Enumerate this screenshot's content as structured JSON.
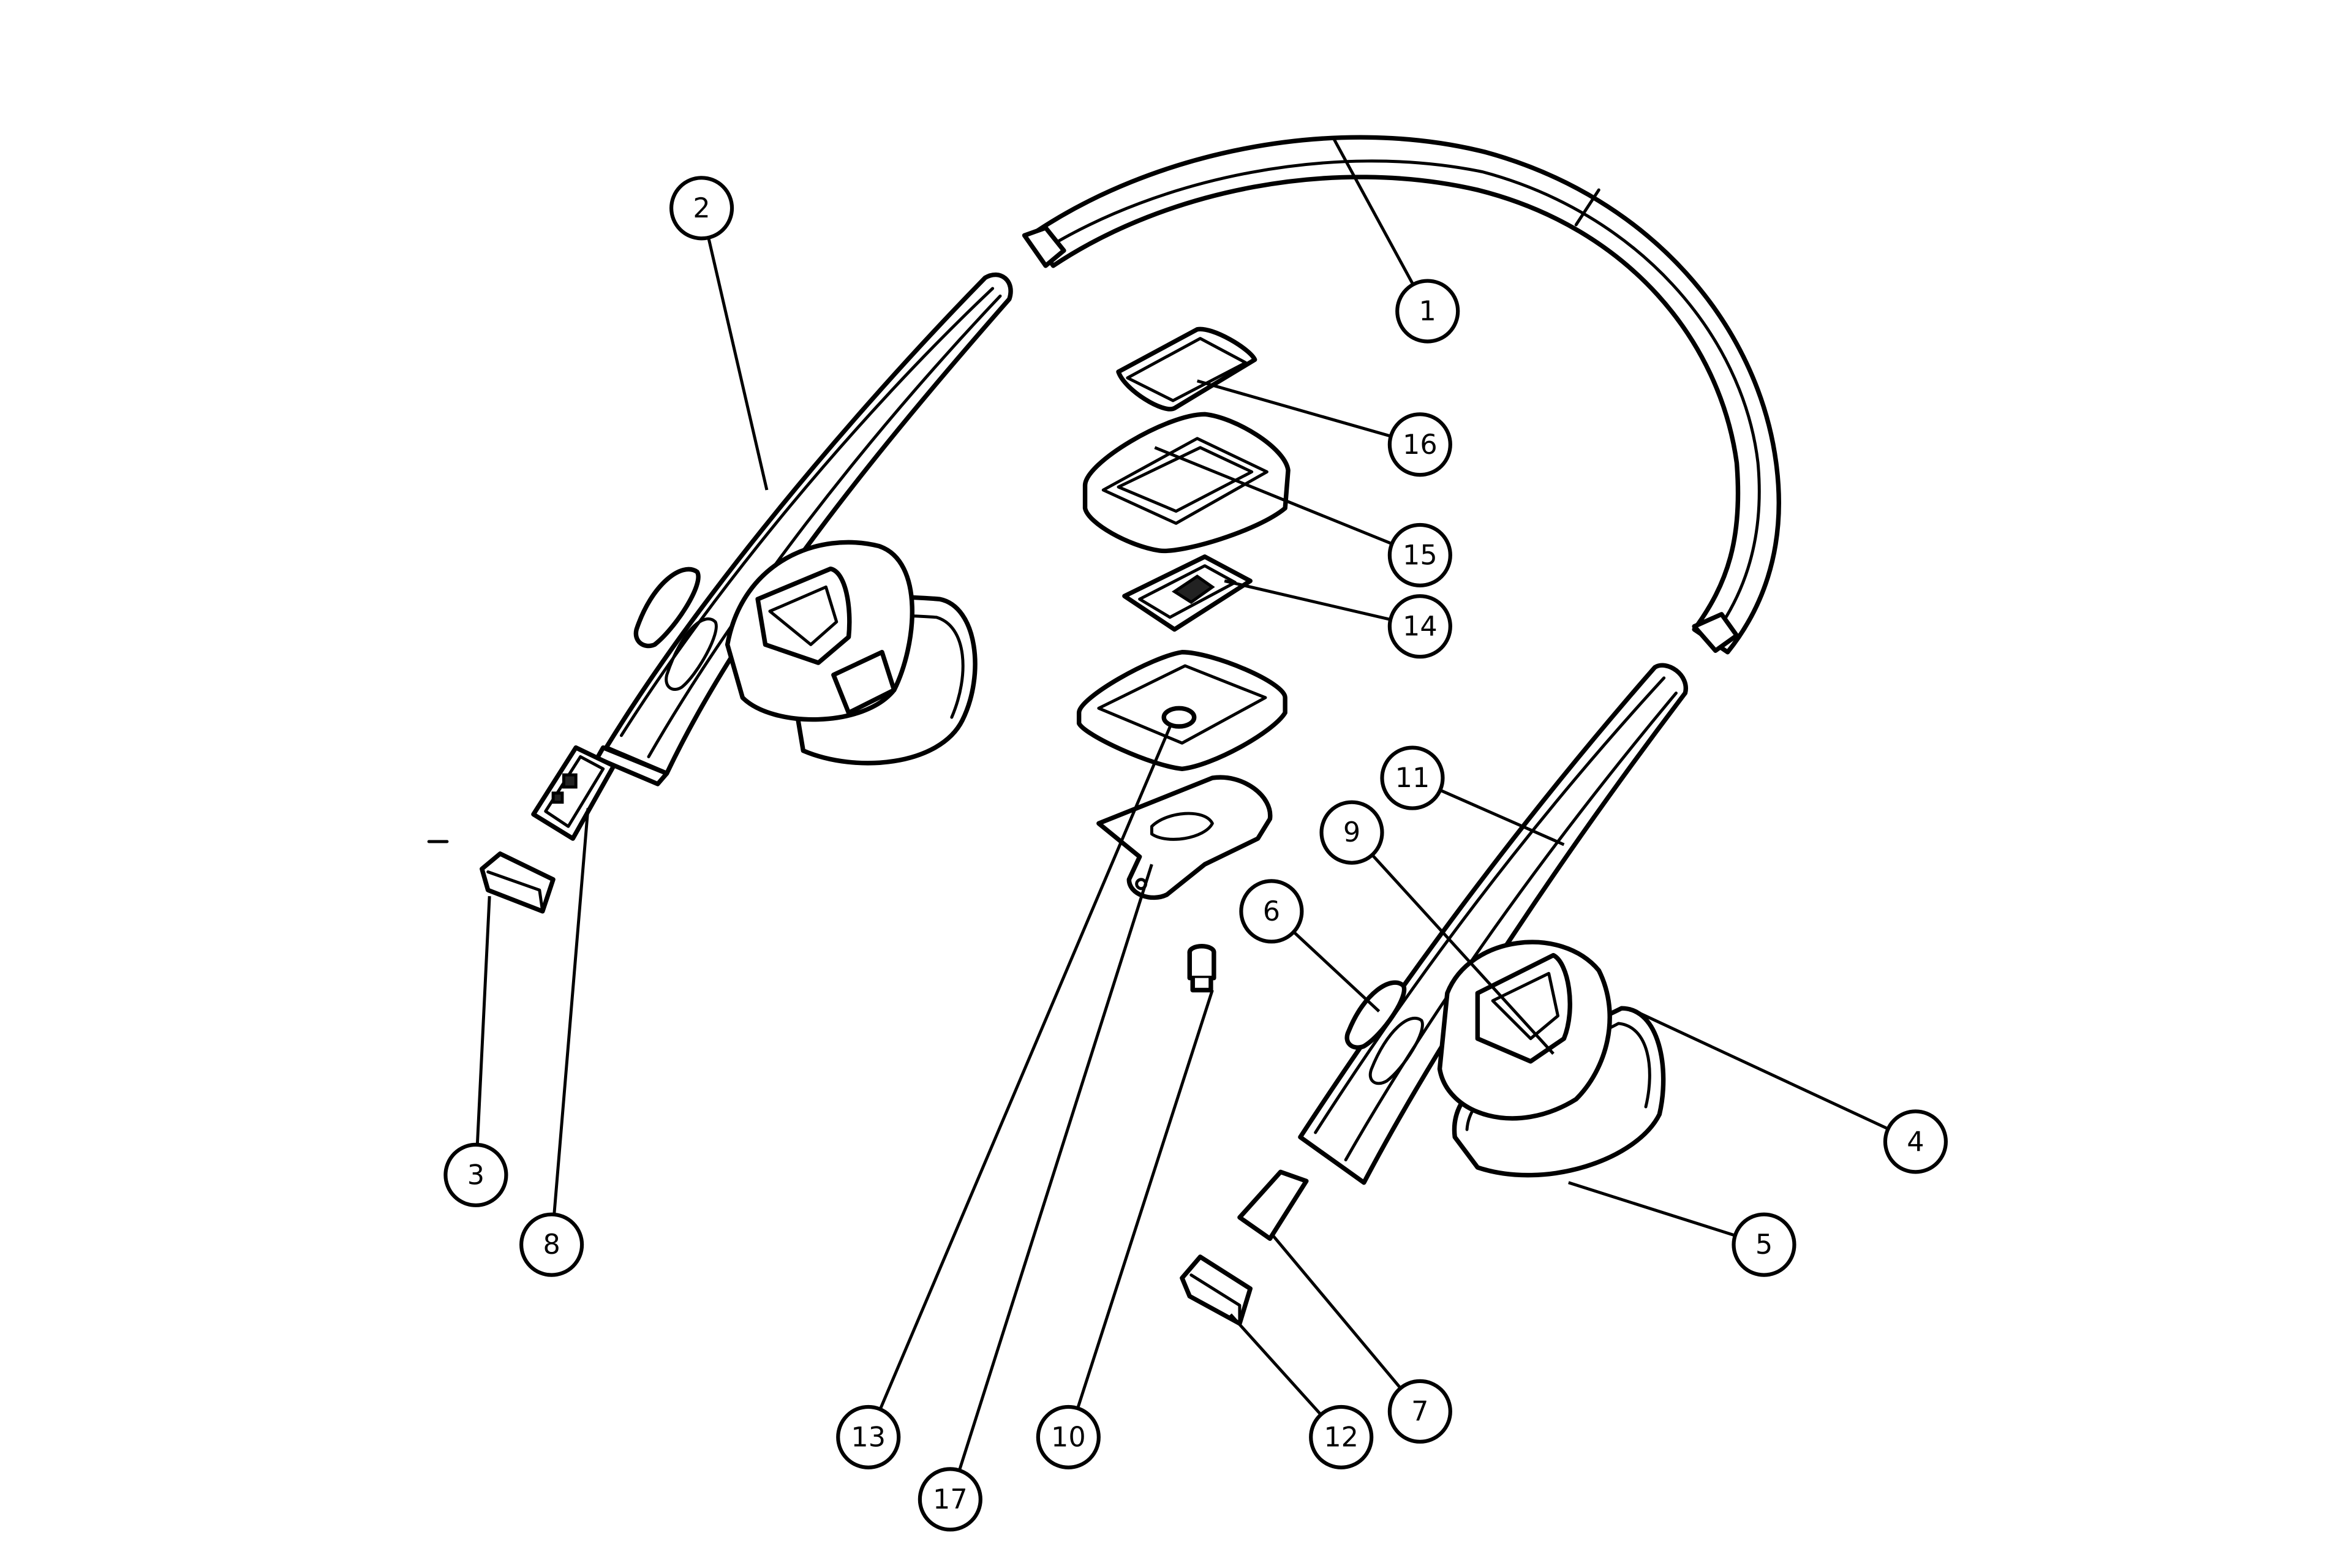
{
  "drawing": {
    "balloons": [
      {
        "label": "1"
      },
      {
        "label": "2"
      },
      {
        "label": "3"
      },
      {
        "label": "4"
      },
      {
        "label": "5"
      },
      {
        "label": "6"
      },
      {
        "label": "7"
      },
      {
        "label": "8"
      },
      {
        "label": "9"
      },
      {
        "label": "10"
      },
      {
        "label": "11"
      },
      {
        "label": "12"
      },
      {
        "label": "13"
      },
      {
        "label": "14"
      },
      {
        "label": "15"
      },
      {
        "label": "16"
      },
      {
        "label": "17"
      }
    ]
  }
}
